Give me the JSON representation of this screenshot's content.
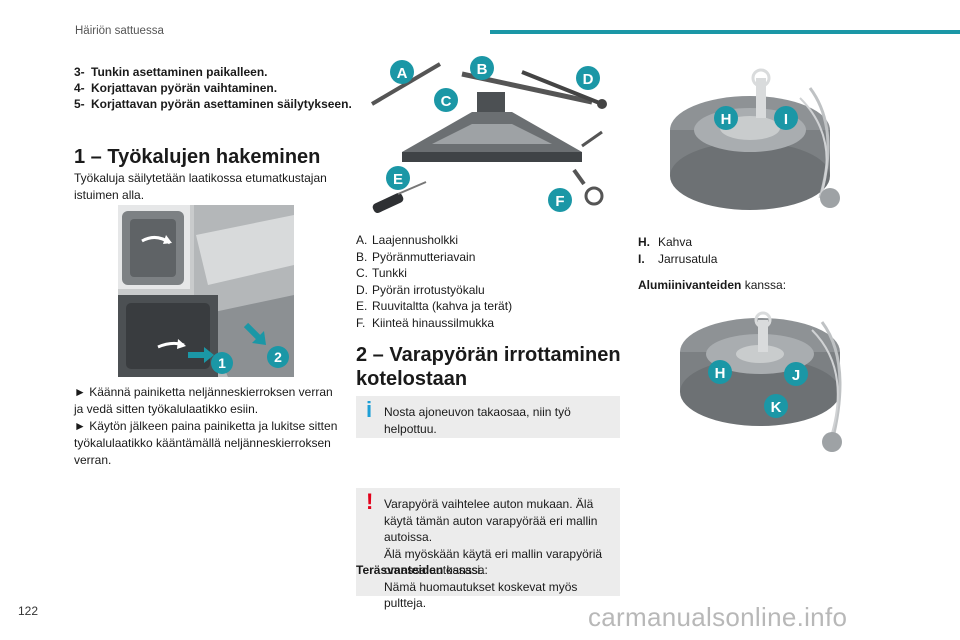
{
  "header": {
    "section": "Häiriön sattuessa"
  },
  "page_number": "122",
  "watermark": "carmanualsonline.info",
  "steps": [
    {
      "num": "3-",
      "text": "Tunkin asettaminen paikalleen."
    },
    {
      "num": "4-",
      "text": "Korjattavan pyörän vaihtaminen."
    },
    {
      "num": "5-",
      "text": "Korjattavan pyörän asettaminen säilytykseen."
    }
  ],
  "section1": {
    "title": "1 – Työkalujen hakeminen",
    "intro": "Työkaluja säilytetään laatikossa etumatkustajan istuimen alla.",
    "figure_labels": [
      "1",
      "2"
    ],
    "instr1": "► Käännä painiketta neljänneskierroksen verran ja vedä sitten työkalulaatikko esiin.",
    "instr2": "► Käytön jälkeen paina painiketta ja lukitse sitten työkalulaatikko kääntämällä neljänneskierroksen verran."
  },
  "tools": {
    "figure_labels": [
      "A",
      "B",
      "C",
      "D",
      "E",
      "F"
    ],
    "items": [
      {
        "key": "A.",
        "text": "Laajennusholkki"
      },
      {
        "key": "B.",
        "text": "Pyöränmutteriavain"
      },
      {
        "key": "C.",
        "text": "Tunkki"
      },
      {
        "key": "D.",
        "text": "Pyörän irrotustyökalu"
      },
      {
        "key": "E.",
        "text": "Ruuvitaltta (kahva ja terät)"
      },
      {
        "key": "F.",
        "text": "Kiinteä hinaussilmukka"
      }
    ]
  },
  "section2": {
    "title_line1": "2 – Varapyörän irrottaminen",
    "title_line2": "kotelostaan",
    "info_mark": "i",
    "info": "Nosta ajoneuvon takaosaa, niin työ helpottuu.",
    "warn_mark": "!",
    "warn_lines": [
      "Varapyörä vaihtelee auton mukaan. Älä käytä tämän auton varapyörää eri mallin autoissa.",
      "Älä myöskään käytä eri mallin varapyöriä omassa autossasi.",
      "Nämä huomautukset koskevat myös pultteja."
    ],
    "steel_bold": "Teräsvanteiden",
    "steel_rest": " kanssa:"
  },
  "wheel": {
    "figure1_labels": [
      "H",
      "I"
    ],
    "items": [
      {
        "key": "H.",
        "text": "Kahva"
      },
      {
        "key": "I.",
        "text": "Jarrusatula"
      }
    ],
    "alu_bold": "Alumiinivanteiden",
    "alu_rest": " kanssa:",
    "figure2_labels": [
      "H",
      "J",
      "K"
    ]
  },
  "colors": {
    "accent": "#1b97a6",
    "info": "#1e9fd6",
    "warning": "#e2001a",
    "badge": "#1b97a6"
  }
}
